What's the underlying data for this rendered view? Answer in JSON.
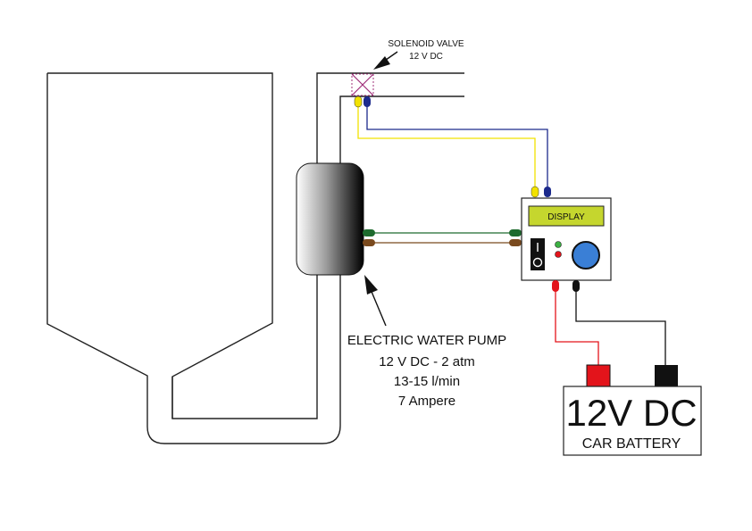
{
  "valve": {
    "label_line1": "SOLENOID  VALVE",
    "label_line2": "12 V  DC"
  },
  "pump": {
    "label_line1": "ELECTRIC WATER PUMP",
    "label_line2": "12 V DC - 2 atm",
    "label_line3": "13-15 l/min",
    "label_line4": "7 Ampere"
  },
  "controller": {
    "display_label": "DISPLAY"
  },
  "battery": {
    "voltage": "12V DC",
    "name": "CAR BATTERY"
  },
  "colors": {
    "yellow_wire": "#f2e200",
    "blue_wire": "#1c2a8c",
    "green_wire": "#1e6b2e",
    "brown_wire": "#7a4a1e",
    "red_wire": "#e3141b",
    "black_wire": "#111111",
    "display_bg": "#c5d62e",
    "knob": "#3a7fd6",
    "led_green": "#3cb043",
    "led_red": "#e3141b",
    "valve_marker": "#a0307a"
  }
}
